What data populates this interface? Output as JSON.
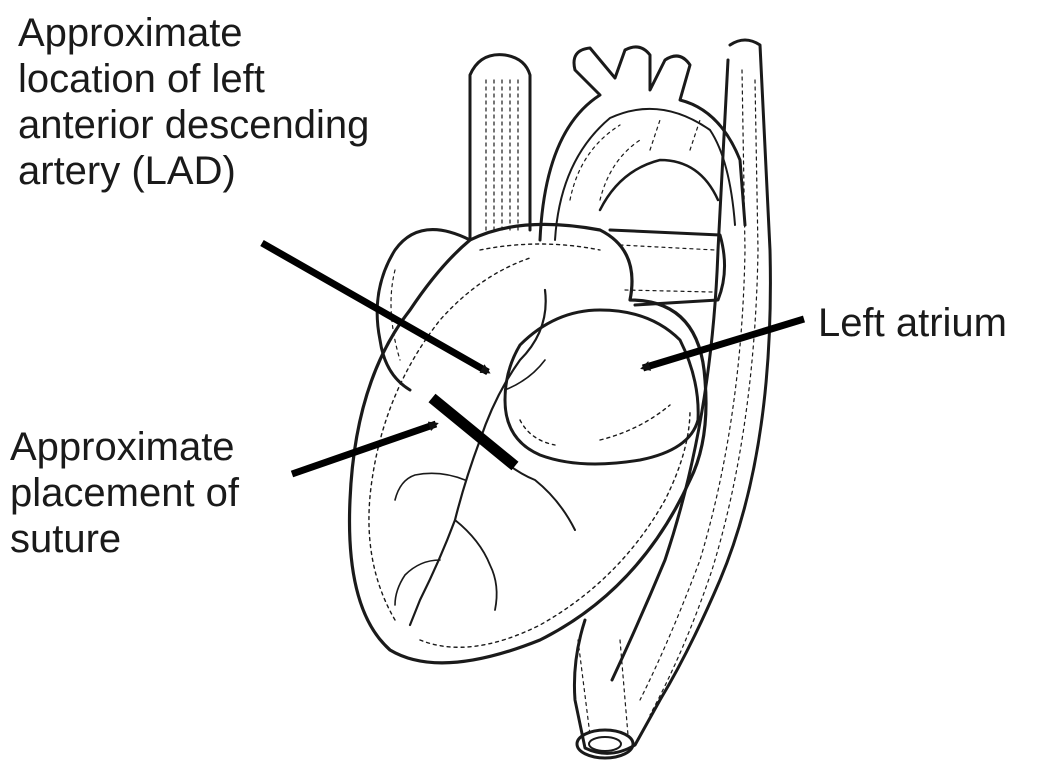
{
  "labels": {
    "lad": {
      "lines": [
        "Approximate",
        "location of left",
        "anterior descending",
        "artery (LAD)"
      ]
    },
    "left_atrium": {
      "lines": [
        "Left atrium"
      ]
    },
    "suture": {
      "lines": [
        "Approximate",
        "placement of",
        "suture"
      ]
    }
  },
  "colors": {
    "ink": "#1a1a1a",
    "background": "#ffffff"
  }
}
